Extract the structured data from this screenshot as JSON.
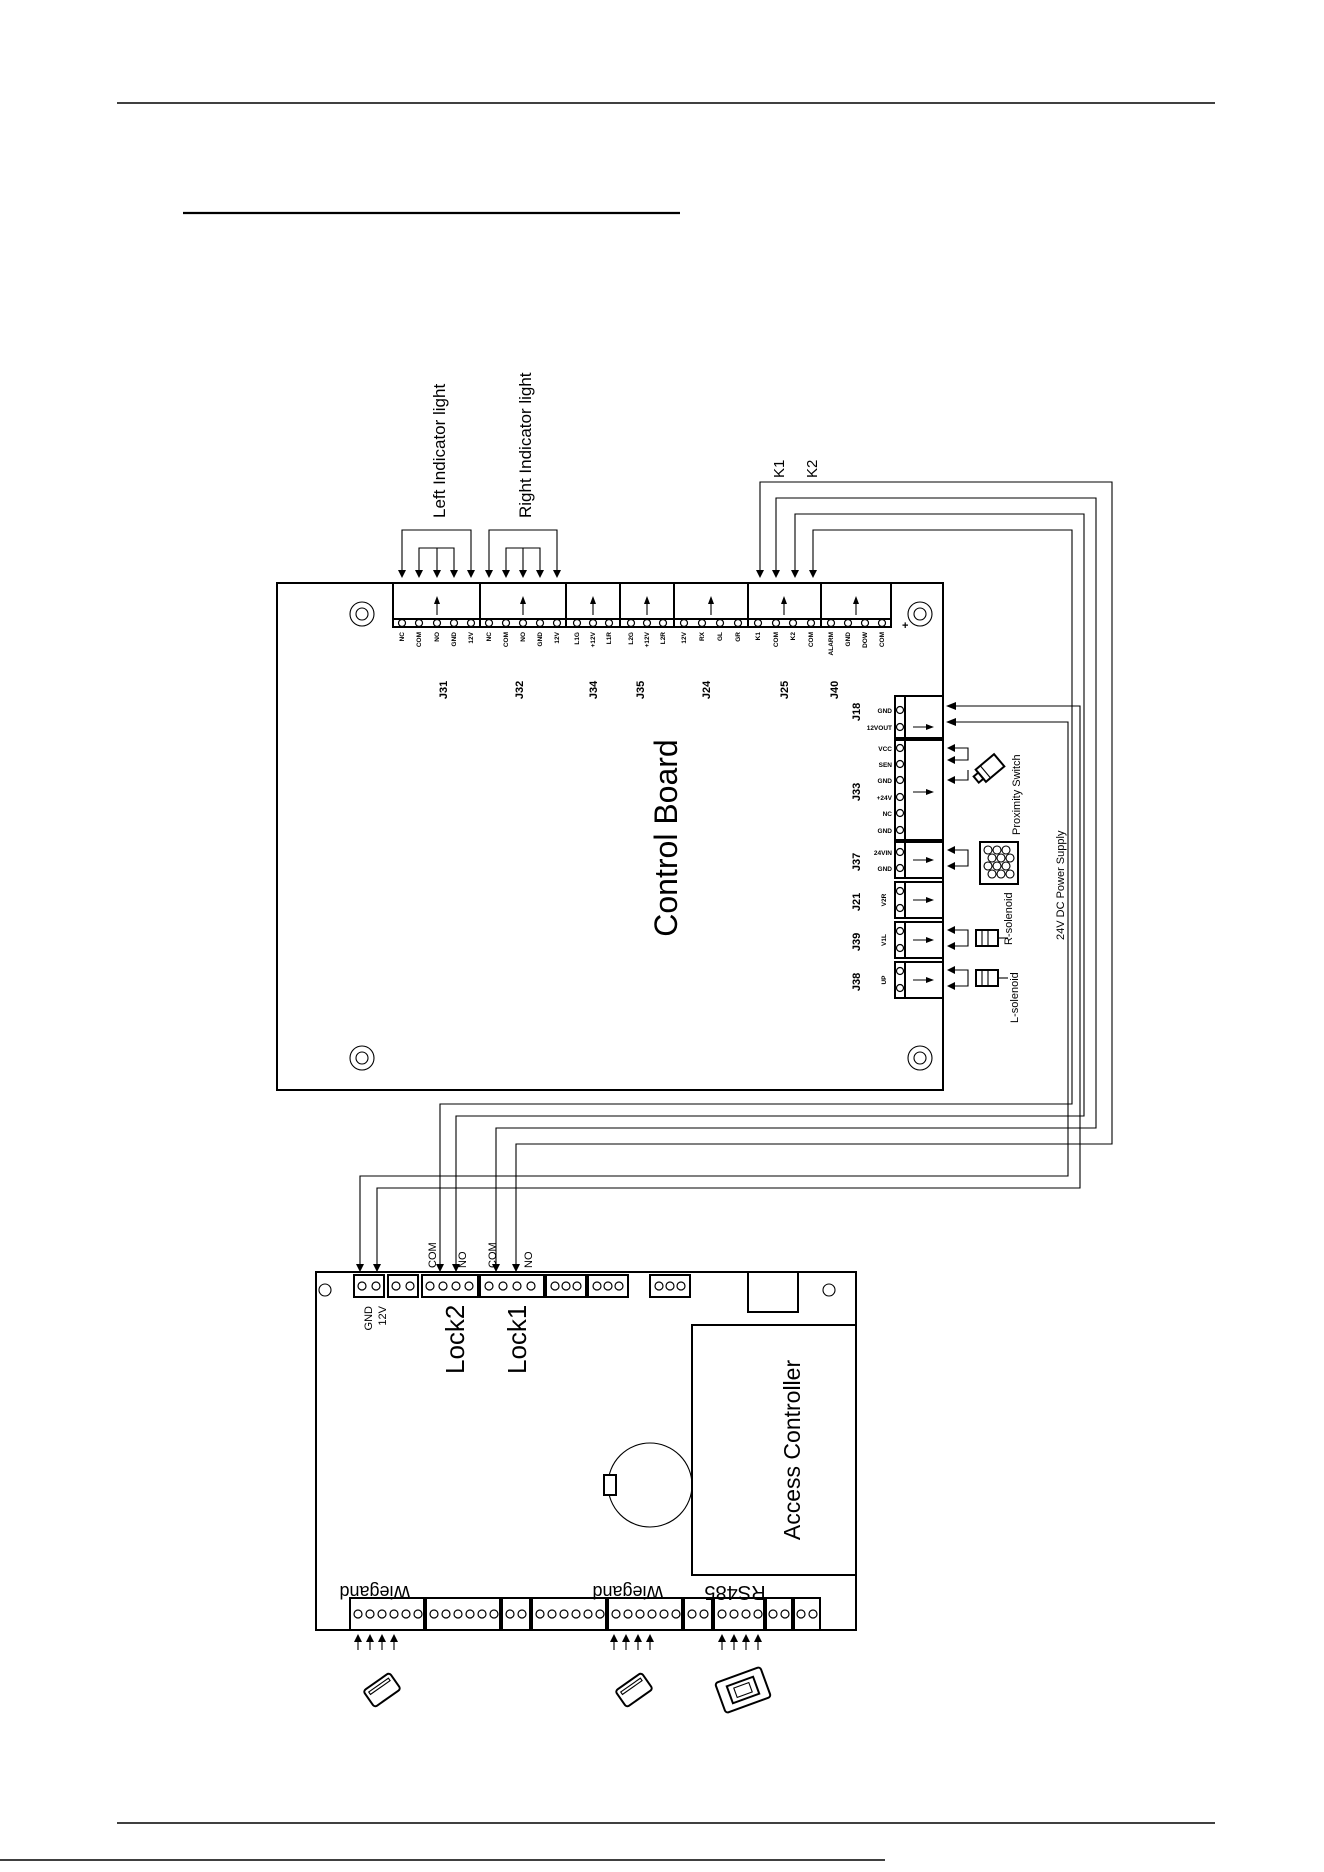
{
  "control_board": {
    "title": "Control Board",
    "connectors": {
      "J31": {
        "name": "J31",
        "pins": [
          "NC",
          "COM",
          "NO",
          "GND",
          "12V"
        ]
      },
      "J32": {
        "name": "J32",
        "pins": [
          "NC",
          "COM",
          "NO",
          "GND",
          "12V"
        ]
      },
      "J34": {
        "name": "J34",
        "pins": [
          "L1G",
          "+12V",
          "L1R"
        ]
      },
      "J35": {
        "name": "J35",
        "pins": [
          "L2G",
          "+12V",
          "L2R"
        ]
      },
      "J24": {
        "name": "J24",
        "pins": [
          "12V",
          "RX",
          "GL",
          "GR"
        ]
      },
      "J25": {
        "name": "J25",
        "pins": [
          "K1",
          "COM",
          "K2",
          "COM"
        ]
      },
      "J40": {
        "name": "J40",
        "pins": [
          "ALARM",
          "GND",
          "DOW",
          "COM"
        ]
      },
      "J18": {
        "name": "J18",
        "pins": [
          "GND",
          "12VOUT"
        ]
      },
      "J33": {
        "name": "J33",
        "pins": [
          "VCC",
          "SEN",
          "GND",
          "+24V",
          "NC",
          "GND"
        ]
      },
      "J37": {
        "name": "J37",
        "pins": [
          "24VIN",
          "GND"
        ]
      },
      "J21": {
        "name": "J21",
        "pins": [
          "V2R"
        ]
      },
      "J39": {
        "name": "J39",
        "pins": [
          "V1L"
        ]
      },
      "J38": {
        "name": "J38",
        "pins": [
          "UP"
        ]
      }
    }
  },
  "labels": {
    "left_indicator": "Left Indicator light",
    "right_indicator": "Right Indicator light",
    "k1": "K1",
    "k2": "K2",
    "plus": "+",
    "proximity_switch": "Proximity Switch",
    "power_supply": "24V DC Power Supply",
    "r_solenoid": "R-solenoid",
    "l_solenoid": "L-solenoid"
  },
  "access_controller": {
    "title": "Access Controller",
    "lock2": "Lock2",
    "lock1": "Lock1",
    "com": "COM",
    "no": "NO",
    "gnd": "GND",
    "v12": "12V",
    "wiegand": "Wiegand",
    "rs485": "RS485"
  }
}
